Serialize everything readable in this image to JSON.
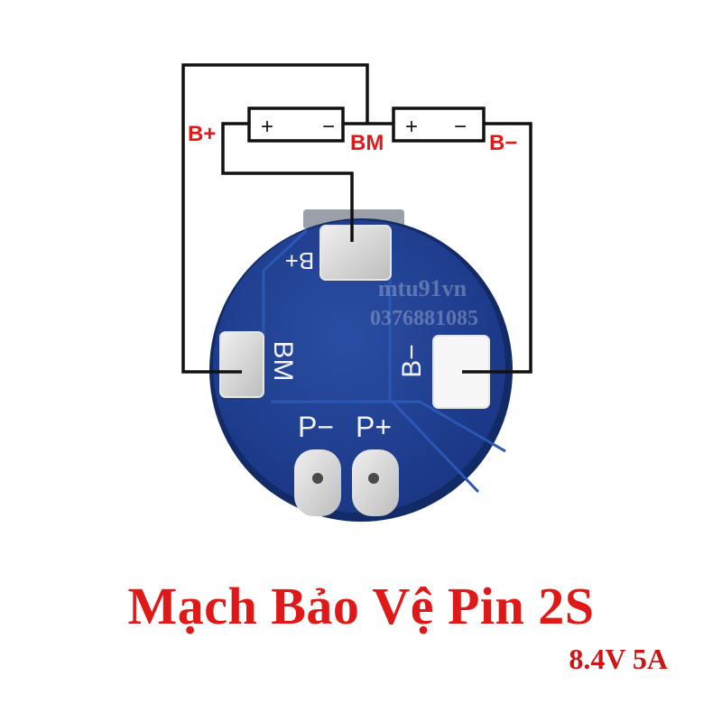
{
  "diagram": {
    "wire_labels": {
      "b_plus": "B+",
      "bm": "BM",
      "b_minus": "B−"
    },
    "cell_terminals": {
      "plus": "+",
      "minus": "−"
    }
  },
  "board": {
    "silkscreen": {
      "b_plus": "B+",
      "bm": "BM",
      "b_minus": "B−",
      "p_minus": "P−",
      "p_plus": "P+"
    },
    "watermark": {
      "line1": "mtu91vn",
      "line2": "0376881085"
    }
  },
  "caption": {
    "title": "Mạch Bảo Vệ Pin 2S",
    "subtitle": "8.4V 5A"
  },
  "colors": {
    "pcb": "#1f3f93",
    "wire": "#111111",
    "label": "#e01818",
    "pad": "#d9d9d9"
  }
}
